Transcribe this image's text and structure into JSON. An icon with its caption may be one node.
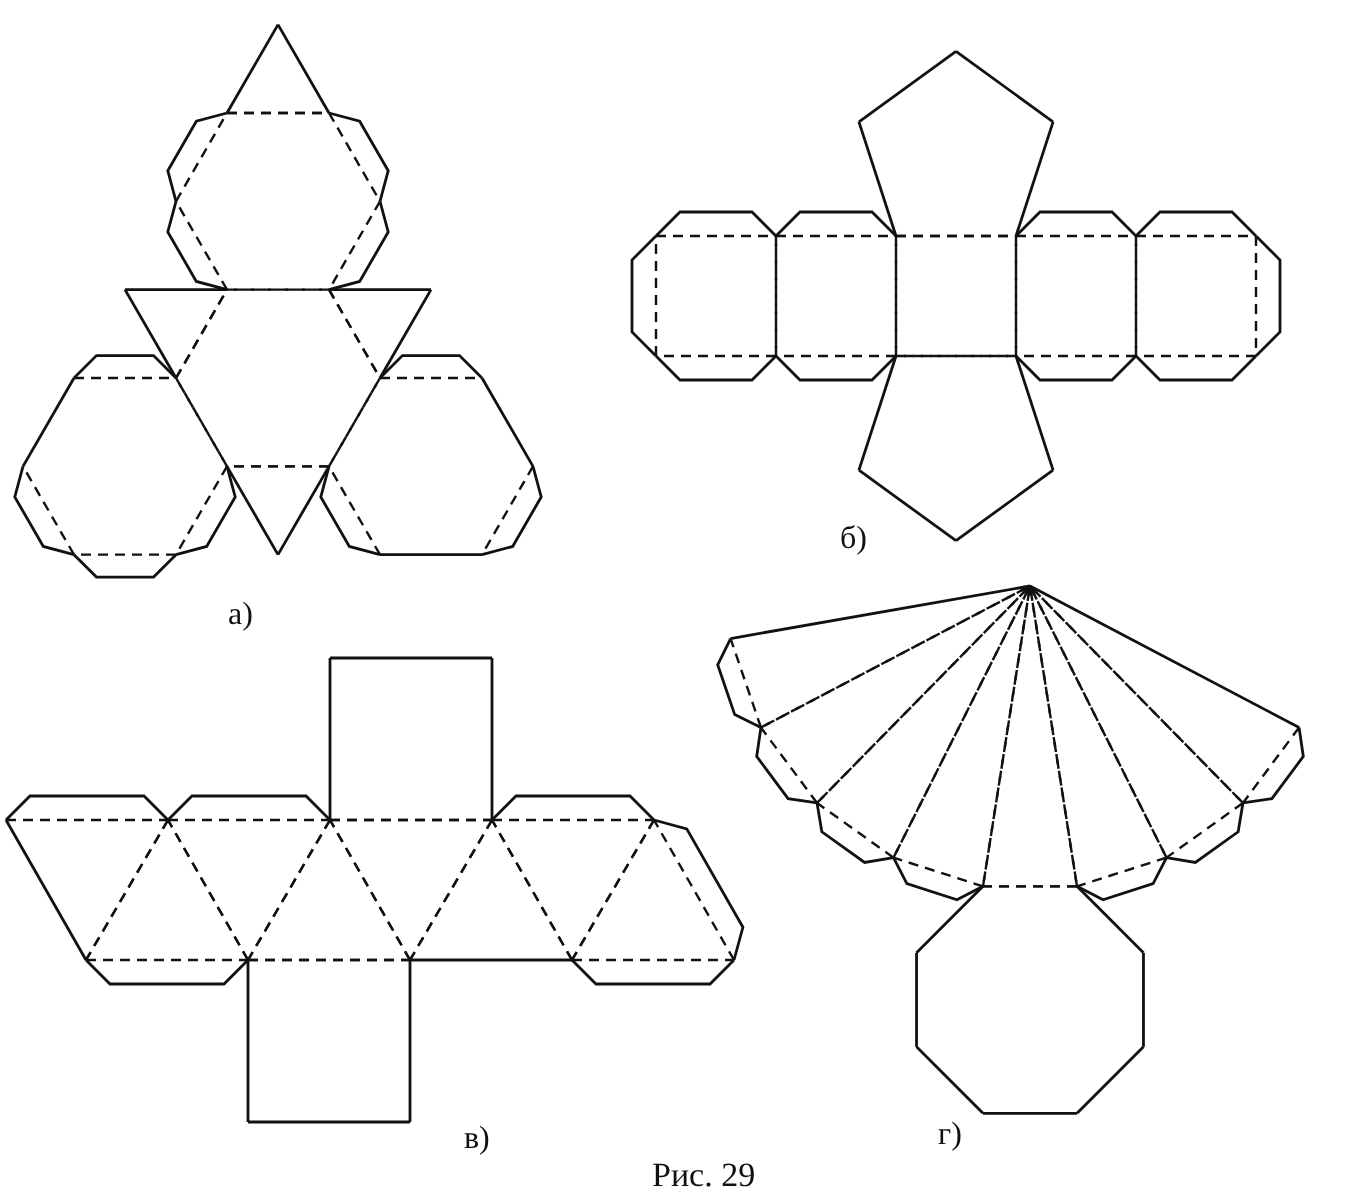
{
  "diagram": {
    "caption": "Рис. 29",
    "labels": [
      "а)",
      "б)",
      "в)",
      "г)"
    ]
  }
}
